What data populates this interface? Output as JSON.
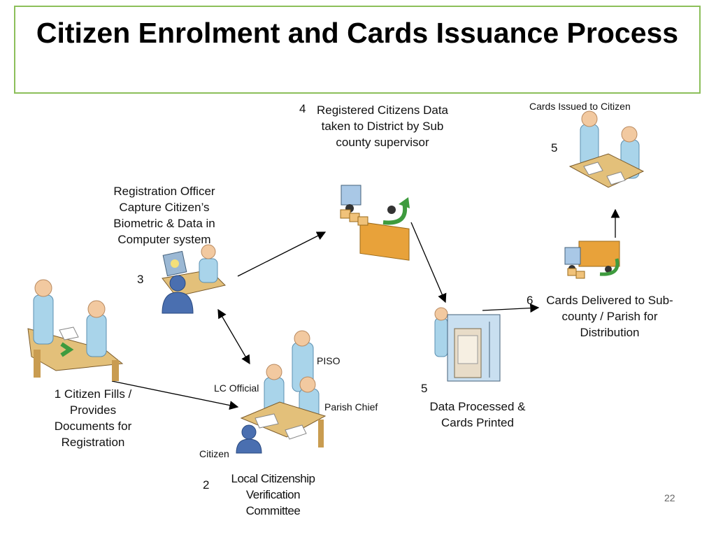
{
  "slide": {
    "title": "Citizen Enrolment and Cards Issuance Process",
    "page_number": "22"
  },
  "steps": {
    "step1": {
      "number": "1",
      "text": "Citizen Fills / Provides Documents for Registration"
    },
    "step2": {
      "number": "2",
      "text": "Local Citizenship Verification Committee",
      "roles": {
        "lc_official": "LC Official",
        "piso": "PISO",
        "parish_chief": "Parish Chief",
        "citizen": "Citizen"
      }
    },
    "step3": {
      "number": "3",
      "text": "Registration Officer Capture Citizen’s Biometric & Data in Computer system"
    },
    "step4": {
      "number": "4",
      "text": "Registered Citizens Data taken to District by Sub county supervisor"
    },
    "step5_print": {
      "number": "5",
      "text": "Data Processed & Cards Printed"
    },
    "step6": {
      "number": "6",
      "text": "Cards Delivered to Sub-county / Parish for Distribution"
    },
    "step5_issue": {
      "number": "5",
      "text": "Cards Issued to Citizen"
    }
  },
  "colors": {
    "border": "#8cbf5a",
    "skin": "#f2c9a0",
    "shirt": "#a9d4ea",
    "desk": "#e3c07a",
    "truck": "#e8a23a",
    "green": "#3e9b3e",
    "user_blue": "#4a6fb0"
  }
}
